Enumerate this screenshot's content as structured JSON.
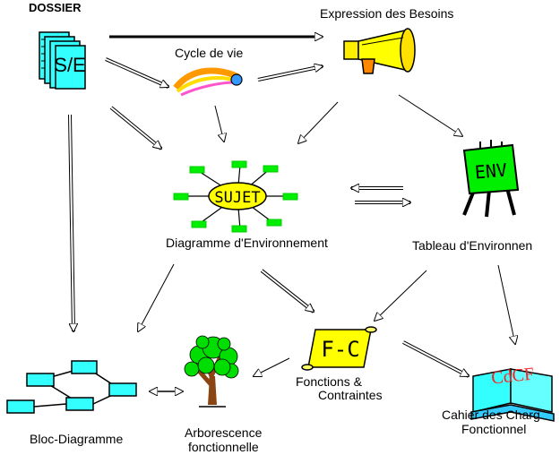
{
  "labels": {
    "dossier": "DOSSIER",
    "expression": "Expression des Besoins",
    "cycle": "Cycle de vie",
    "diagramme": "Diagramme d'Environnement",
    "tableau": "Tableau d'Environnen",
    "fonctions_1": "Fonctions  &",
    "fonctions_2": "Contraintes",
    "cahier_1": "Cahier des Charg",
    "cahier_2": "Fonctionnel",
    "bloc": "Bloc-Diagramme",
    "arbo_1": "Arborescence",
    "arbo_2": "fonctionnelle"
  },
  "icon_text": {
    "se": "S/E",
    "sujet": "SUJET",
    "env": "ENV",
    "fc": "F-C",
    "cdcf": "CdCF"
  },
  "colors": {
    "cyan": "#33ffff",
    "green": "#00ee00",
    "yellow": "#ffff00",
    "brown": "#8b4513",
    "red": "#ff2020"
  }
}
